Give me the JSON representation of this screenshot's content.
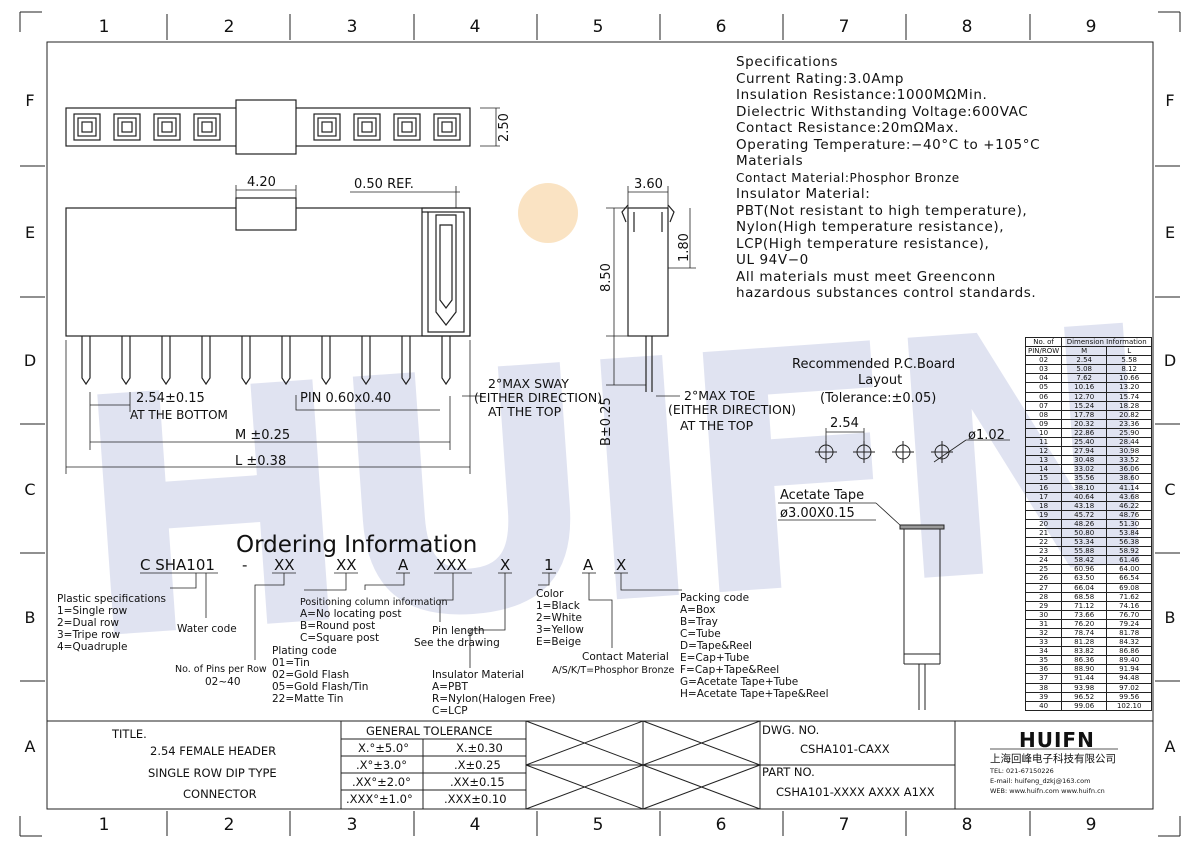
{
  "border": {
    "cols": [
      "1",
      "2",
      "3",
      "4",
      "5",
      "6",
      "7",
      "8",
      "9"
    ],
    "rows": [
      "F",
      "E",
      "D",
      "C",
      "B",
      "A"
    ]
  },
  "specs": [
    "Specifications",
    "Current Rating:3.0Amp",
    "Insulation Resistance:1000MΩMin.",
    "Dielectric Withstanding Voltage:600VAC",
    "Contact Resistance:20mΩMax.",
    "Operating Temperature:−40°C to +105°C",
    "Materials",
    "Contact Material:Phosphor Bronze",
    "Insulator Material:",
    "PBT(Not resistant to high temperature),",
    "Nylon(High temperature resistance),",
    "LCP(High temperature resistance),",
    "UL 94V−0",
    "All materials must meet Greenconn",
    "hazardous substances control standards."
  ],
  "dims": {
    "d250": "2.50",
    "d420": "4.20",
    "d050": "0.50 REF.",
    "d360": "3.60",
    "d850": "8.50",
    "d180": "1.80",
    "b025": "B±0.25",
    "d254": "2.54±0.15",
    "atbottom": "AT THE BOTTOM",
    "pin": "PIN 0.60x0.40",
    "m": "M ±0.25",
    "l": "L ±0.38",
    "sway1": "2°MAX SWAY",
    "sway2": "(EITHER DIRECTION)",
    "sway3": "AT THE TOP",
    "toe1": "2°MAX TOE",
    "toe2": "(EITHER DIRECTION)",
    "toe3": "AT THE TOP"
  },
  "pcb": {
    "title1": "Recommended P.C.Board",
    "title2": "Layout",
    "tol": "(Tolerance:±0.05)",
    "pitch": "2.54",
    "hole": "ø1.02"
  },
  "tape": {
    "title": "Acetate Tape",
    "dim": "ø3.00X0.15"
  },
  "ordering": {
    "title": "Ordering Information",
    "code": [
      "C SHA101",
      "-",
      "XX",
      "XX",
      "A",
      "XXX",
      "X",
      "1",
      "A",
      "X"
    ],
    "plastic": [
      "Plastic specifications",
      "1=Single row",
      "2=Dual row",
      "3=Tripe row",
      "4=Quadruple"
    ],
    "water": "Water code",
    "pins": [
      "No. of Pins per Row",
      "02~40"
    ],
    "positioning": [
      "Positioning column information",
      "A=No locating post",
      "B=Round post",
      "C=Square post"
    ],
    "plating": [
      "Plating code",
      "01=Tin",
      "02=Gold Flash",
      "05=Gold Flash/Tin",
      "22=Matte Tin"
    ],
    "pinlength": [
      "Pin length",
      "See the drawing"
    ],
    "insulator": [
      "Insulator Material",
      "A=PBT",
      "R=Nylon(Halogen Free)",
      "C=LCP"
    ],
    "color": [
      "Color",
      "1=Black",
      "2=White",
      "3=Yellow",
      "E=Beige"
    ],
    "contact": [
      "Contact Material",
      "A/S/K/T=Phosphor Bronze"
    ],
    "packing": [
      "Packing code",
      "A=Box",
      "B=Tray",
      "C=Tube",
      "D=Tape&Reel",
      "E=Cap+Tube",
      "F=Cap+Tape&Reel",
      "G=Acetate Tape+Tube",
      "H=Acetate Tape+Tape&Reel"
    ]
  },
  "dimtable": {
    "h1": "No. of",
    "h2": "PIN/ROW",
    "h3": "Dimension Information",
    "hm": "M",
    "hl": "L",
    "rows": [
      [
        "02",
        "2.54",
        "5.58"
      ],
      [
        "03",
        "5.08",
        "8.12"
      ],
      [
        "04",
        "7.62",
        "10.66"
      ],
      [
        "05",
        "10.16",
        "13.20"
      ],
      [
        "06",
        "12.70",
        "15.74"
      ],
      [
        "07",
        "15.24",
        "18.28"
      ],
      [
        "08",
        "17.78",
        "20.82"
      ],
      [
        "09",
        "20.32",
        "23.36"
      ],
      [
        "10",
        "22.86",
        "25.90"
      ],
      [
        "11",
        "25.40",
        "28.44"
      ],
      [
        "12",
        "27.94",
        "30.98"
      ],
      [
        "13",
        "30.48",
        "33.52"
      ],
      [
        "14",
        "33.02",
        "36.06"
      ],
      [
        "15",
        "35.56",
        "38.60"
      ],
      [
        "16",
        "38.10",
        "41.14"
      ],
      [
        "17",
        "40.64",
        "43.68"
      ],
      [
        "18",
        "43.18",
        "46.22"
      ],
      [
        "19",
        "45.72",
        "48.76"
      ],
      [
        "20",
        "48.26",
        "51.30"
      ],
      [
        "21",
        "50.80",
        "53.84"
      ],
      [
        "22",
        "53.34",
        "56.38"
      ],
      [
        "23",
        "55.88",
        "58.92"
      ],
      [
        "24",
        "58.42",
        "61.46"
      ],
      [
        "25",
        "60.96",
        "64.00"
      ],
      [
        "26",
        "63.50",
        "66.54"
      ],
      [
        "27",
        "66.04",
        "69.08"
      ],
      [
        "28",
        "68.58",
        "71.62"
      ],
      [
        "29",
        "71.12",
        "74.16"
      ],
      [
        "30",
        "73.66",
        "76.70"
      ],
      [
        "31",
        "76.20",
        "79.24"
      ],
      [
        "32",
        "78.74",
        "81.78"
      ],
      [
        "33",
        "81.28",
        "84.32"
      ],
      [
        "34",
        "83.82",
        "86.86"
      ],
      [
        "35",
        "86.36",
        "89.40"
      ],
      [
        "36",
        "88.90",
        "91.94"
      ],
      [
        "37",
        "91.44",
        "94.48"
      ],
      [
        "38",
        "93.98",
        "97.02"
      ],
      [
        "39",
        "96.52",
        "99.56"
      ],
      [
        "40",
        "99.06",
        "102.10"
      ]
    ]
  },
  "titleblock": {
    "title_label": "TITLE.",
    "title_lines": [
      "2.54 FEMALE HEADER",
      "SINGLE ROW DIP TYPE",
      "CONNECTOR"
    ],
    "gt_header": "GENERAL TOLERANCE",
    "gt_rows": [
      [
        "X.°±5.0°",
        "X.±0.30"
      ],
      [
        ".X°±3.0°",
        ".X±0.25"
      ],
      [
        ".XX°±2.0°",
        ".XX±0.15"
      ],
      [
        ".XXX°±1.0°",
        ".XXX±0.10"
      ]
    ],
    "dwg_label": "DWG. NO.",
    "dwg_no": "CSHA101-CAXX",
    "part_label": "PART NO.",
    "part_no": "CSHA101-XXXX AXXX A1XX",
    "logo": "HUIFN",
    "company": "上海回峰电子科技有限公司",
    "tel": "TEL: 021-67150226",
    "email": "E-mail: huifeng_dzkj@163.com",
    "web": "WEB: www.huifn.com  www.huifn.cn"
  },
  "watermark": "HUIFN"
}
